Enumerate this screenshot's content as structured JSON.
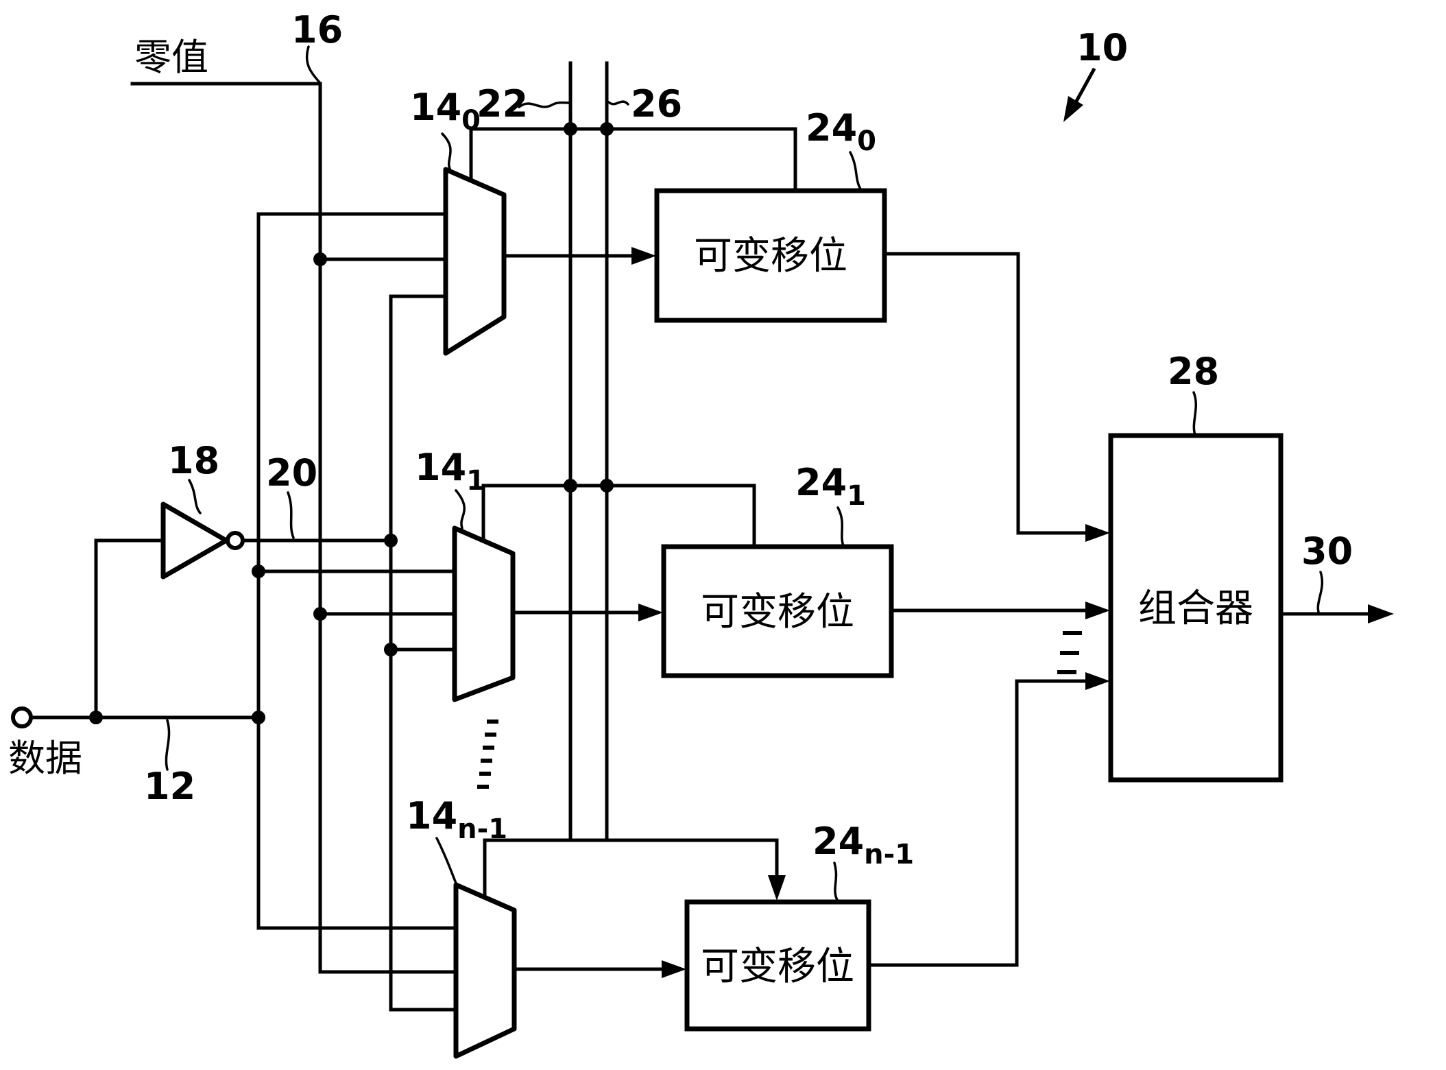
{
  "figure": {
    "ref_number": "10",
    "colors": {
      "ink": "#000000",
      "background": "#ffffff"
    },
    "inputs": {
      "zero": {
        "label": "零值",
        "line_ref": "16"
      },
      "data": {
        "label": "数据",
        "line_ref": "12"
      }
    },
    "inverter": {
      "ref": "18",
      "output_line_ref": "20"
    },
    "buses": {
      "bus_a_ref": "22",
      "bus_b_ref": "26"
    },
    "muxes": [
      {
        "ref": "14",
        "sub": "0"
      },
      {
        "ref": "14",
        "sub": "1"
      },
      {
        "ref": "14",
        "sub": "n-1"
      }
    ],
    "shifters": [
      {
        "label": "可变移位",
        "ref": "24",
        "sub": "0"
      },
      {
        "label": "可变移位",
        "ref": "24",
        "sub": "1"
      },
      {
        "label": "可变移位",
        "ref": "24",
        "sub": "n-1"
      }
    ],
    "combiner": {
      "label": "组合器",
      "ref": "28",
      "output_ref": "30"
    }
  }
}
